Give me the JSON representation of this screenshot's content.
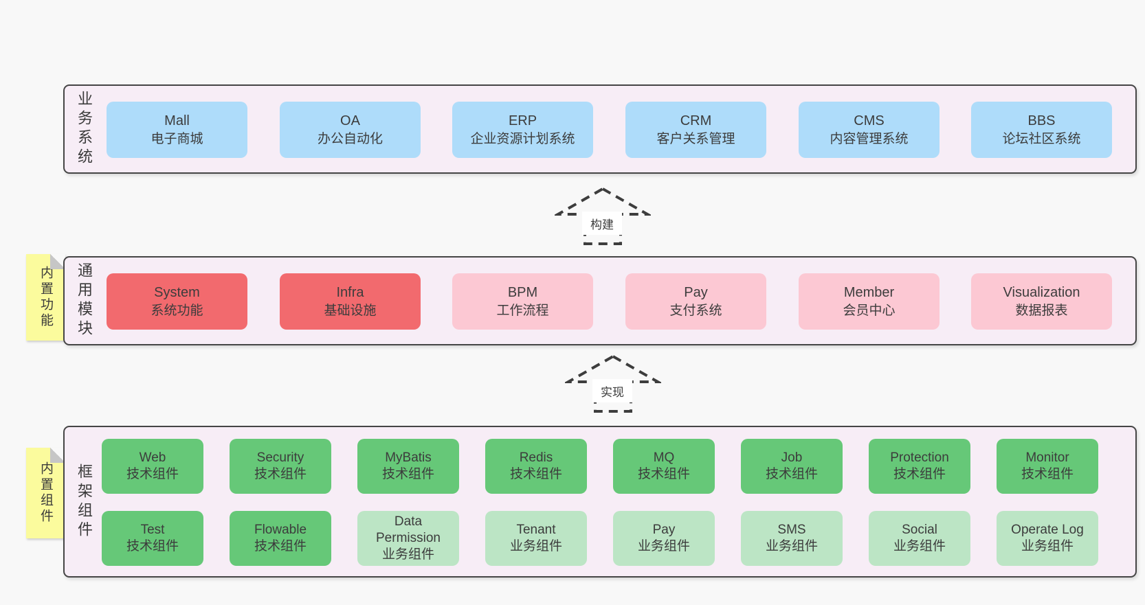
{
  "colors": {
    "page_bg": "#f8f8f8",
    "band_bg": "#f7edf6",
    "band_border": "#454545",
    "blue": "#aedcfa",
    "red": "#f26a6e",
    "pink": "#fcc8d3",
    "green": "#66c878",
    "light_green": "#bce5c5",
    "sticky_yellow": "#fbfb9d",
    "text": "#3c3c3c"
  },
  "arrows": [
    {
      "label": "构建"
    },
    {
      "label": "实现"
    }
  ],
  "bands": [
    {
      "label": "业务系统",
      "rows": [
        [
          {
            "en": "Mall",
            "zh": "电子商城",
            "variant": "blue"
          },
          {
            "en": "OA",
            "zh": "办公自动化",
            "variant": "blue"
          },
          {
            "en": "ERP",
            "zh": "企业资源计划系统",
            "variant": "blue"
          },
          {
            "en": "CRM",
            "zh": "客户关系管理",
            "variant": "blue"
          },
          {
            "en": "CMS",
            "zh": "内容管理系统",
            "variant": "blue"
          },
          {
            "en": "BBS",
            "zh": "论坛社区系统",
            "variant": "blue"
          }
        ]
      ]
    },
    {
      "label": "通用模块",
      "sticky": "内置功能",
      "rows": [
        [
          {
            "en": "System",
            "zh": "系统功能",
            "variant": "red"
          },
          {
            "en": "Infra",
            "zh": "基础设施",
            "variant": "red"
          },
          {
            "en": "BPM",
            "zh": "工作流程",
            "variant": "pink"
          },
          {
            "en": "Pay",
            "zh": "支付系统",
            "variant": "pink"
          },
          {
            "en": "Member",
            "zh": "会员中心",
            "variant": "pink"
          },
          {
            "en": "Visualization",
            "zh": "数据报表",
            "variant": "pink"
          }
        ]
      ]
    },
    {
      "label": "框架组件",
      "sticky": "内置组件",
      "rows": [
        [
          {
            "en": "Web",
            "zh": "技术组件",
            "variant": "green"
          },
          {
            "en": "Security",
            "zh": "技术组件",
            "variant": "green"
          },
          {
            "en": "MyBatis",
            "zh": "技术组件",
            "variant": "green"
          },
          {
            "en": "Redis",
            "zh": "技术组件",
            "variant": "green"
          },
          {
            "en": "MQ",
            "zh": "技术组件",
            "variant": "green"
          },
          {
            "en": "Job",
            "zh": "技术组件",
            "variant": "green"
          },
          {
            "en": "Protection",
            "zh": "技术组件",
            "variant": "green"
          },
          {
            "en": "Monitor",
            "zh": "技术组件",
            "variant": "green"
          }
        ],
        [
          {
            "en": "Test",
            "zh": "技术组件",
            "variant": "green"
          },
          {
            "en": "Flowable",
            "zh": "技术组件",
            "variant": "green"
          },
          {
            "en": "Data Permission",
            "zh": "业务组件",
            "variant": "lgreen"
          },
          {
            "en": "Tenant",
            "zh": "业务组件",
            "variant": "lgreen"
          },
          {
            "en": "Pay",
            "zh": "业务组件",
            "variant": "lgreen"
          },
          {
            "en": "SMS",
            "zh": "业务组件",
            "variant": "lgreen"
          },
          {
            "en": "Social",
            "zh": "业务组件",
            "variant": "lgreen"
          },
          {
            "en": "Operate Log",
            "zh": "业务组件",
            "variant": "lgreen"
          }
        ]
      ]
    }
  ]
}
